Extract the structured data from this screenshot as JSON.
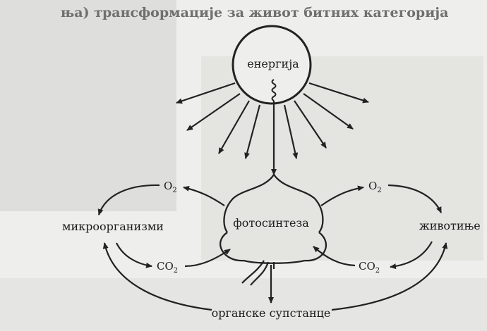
{
  "header": {
    "title_fragment": "ња) трансформације за живот битних категорија"
  },
  "labels": {
    "sun": "енергија",
    "center": "фотосинтеза",
    "left_node": "микроорганизми",
    "right_node": "животиње",
    "bottom_node": "органске супстанце",
    "o2_base": "O",
    "o2_sub": "2",
    "co2_base": "CO",
    "co2_sub": "2"
  },
  "colors": {
    "ink": "#222222",
    "paper": "#eeeeec"
  }
}
